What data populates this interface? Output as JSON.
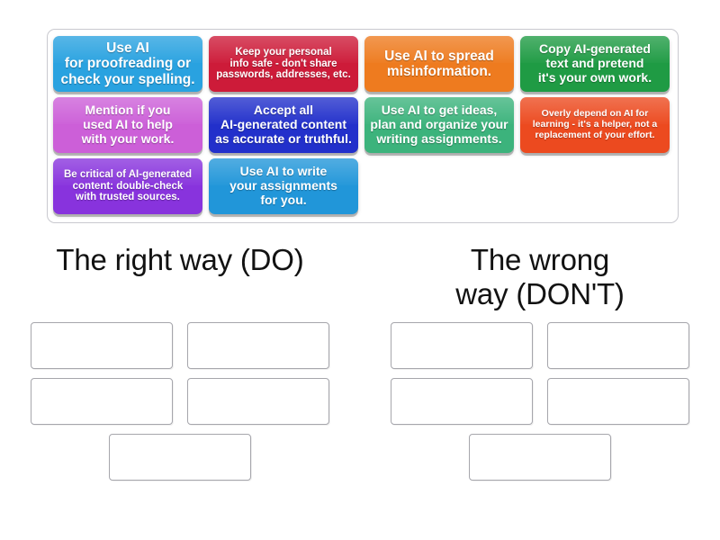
{
  "activity": {
    "type": "group-sort",
    "tiles": [
      {
        "id": "tile-1",
        "text": "Use AI\nfor proofreading or\ncheck your spelling.",
        "color": "#29a2e0",
        "size": "lg"
      },
      {
        "id": "tile-2",
        "text": "Keep your personal\ninfo safe - don't share\npasswords, addresses, etc.",
        "color": "#cd1b39",
        "size": "sm"
      },
      {
        "id": "tile-3",
        "text": "Use AI to spread\nmisinformation.",
        "color": "#ee7b1f",
        "size": "lg"
      },
      {
        "id": "tile-4",
        "text": "Copy AI-generated\ntext and pretend\nit's your own work.",
        "color": "#1f9b44",
        "size": "md"
      },
      {
        "id": "tile-5",
        "text": "Mention if you\nused AI to help\nwith your work.",
        "color": "#cc5fd8",
        "size": "md"
      },
      {
        "id": "tile-6",
        "text": "Accept all\nAI-generated content\nas accurate or truthful.",
        "color": "#2230cb",
        "size": "md"
      },
      {
        "id": "tile-7",
        "text": "Use AI to get ideas,\nplan and organize your\nwriting assignments.",
        "color": "#3cb37c",
        "size": "md"
      },
      {
        "id": "tile-8",
        "text": "Overly depend on AI for\nlearning - it's a helper, not a\nreplacement of your effort.",
        "color": "#ec4a1f",
        "size": "xs"
      },
      {
        "id": "tile-9",
        "text": "Be critical of AI-generated\ncontent: double-check\nwith trusted sources.",
        "color": "#8833dd",
        "size": "sm"
      },
      {
        "id": "tile-10",
        "text": "Use AI to write\nyour assignments\nfor you.",
        "color": "#2196d9",
        "size": "md"
      }
    ],
    "columns": [
      {
        "id": "column-do",
        "title": "The right way (DO)",
        "title_lines": [
          "The right way (DO)"
        ],
        "dropzone_count": 5
      },
      {
        "id": "column-dont",
        "title": "The wrong way (DON'T)",
        "title_lines": [
          "The wrong",
          "way (DON'T)"
        ],
        "dropzone_count": 5
      }
    ]
  }
}
